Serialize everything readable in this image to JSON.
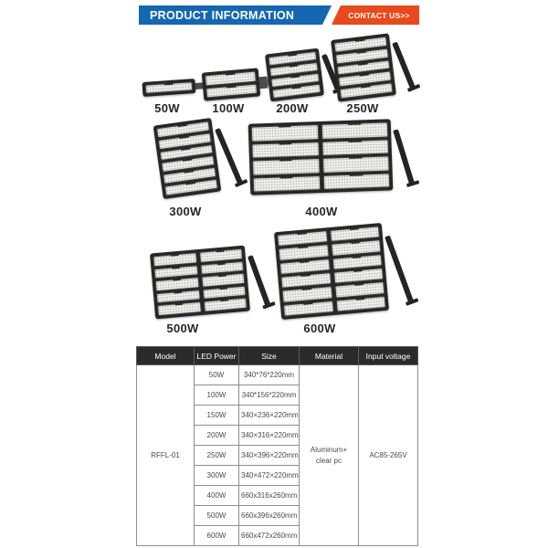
{
  "header": {
    "title": "PRODUCT INFORMATION",
    "contact_label": "CONTACT US>>"
  },
  "colors": {
    "blue": "#1467b0",
    "orange": "#e8491d",
    "table_header_bg": "#2b2b2b"
  },
  "products": [
    {
      "label": "50W",
      "modules_rows": 1,
      "modules_cols": 1
    },
    {
      "label": "100W",
      "modules_rows": 2,
      "modules_cols": 1
    },
    {
      "label": "200W",
      "modules_rows": 4,
      "modules_cols": 1
    },
    {
      "label": "250W",
      "modules_rows": 5,
      "modules_cols": 1
    },
    {
      "label": "300W",
      "modules_rows": 6,
      "modules_cols": 1
    },
    {
      "label": "400W",
      "modules_rows": 4,
      "modules_cols": 2
    },
    {
      "label": "500W",
      "modules_rows": 5,
      "modules_cols": 2
    },
    {
      "label": "600W",
      "modules_rows": 6,
      "modules_cols": 2
    }
  ],
  "table": {
    "columns": [
      "Model",
      "LED Power",
      "Size",
      "Material",
      "Input voltage"
    ],
    "model": "RFFL-01",
    "material": "Aluminum+\nclear pc",
    "input_voltage": "AC85-265V",
    "rows": [
      {
        "power": "50W",
        "size": "340*76*220mm"
      },
      {
        "power": "100W",
        "size": "340*156*220mm"
      },
      {
        "power": "150W",
        "size": "340×236×220mm"
      },
      {
        "power": "200W",
        "size": "340×316×220mm"
      },
      {
        "power": "250W",
        "size": "340×396×220mm"
      },
      {
        "power": "300W",
        "size": "340×472×220mm"
      },
      {
        "power": "400W",
        "size": "660x316x260mm"
      },
      {
        "power": "500W",
        "size": "660x396x260mm"
      },
      {
        "power": "600W",
        "size": "660x472x260mm"
      }
    ]
  }
}
